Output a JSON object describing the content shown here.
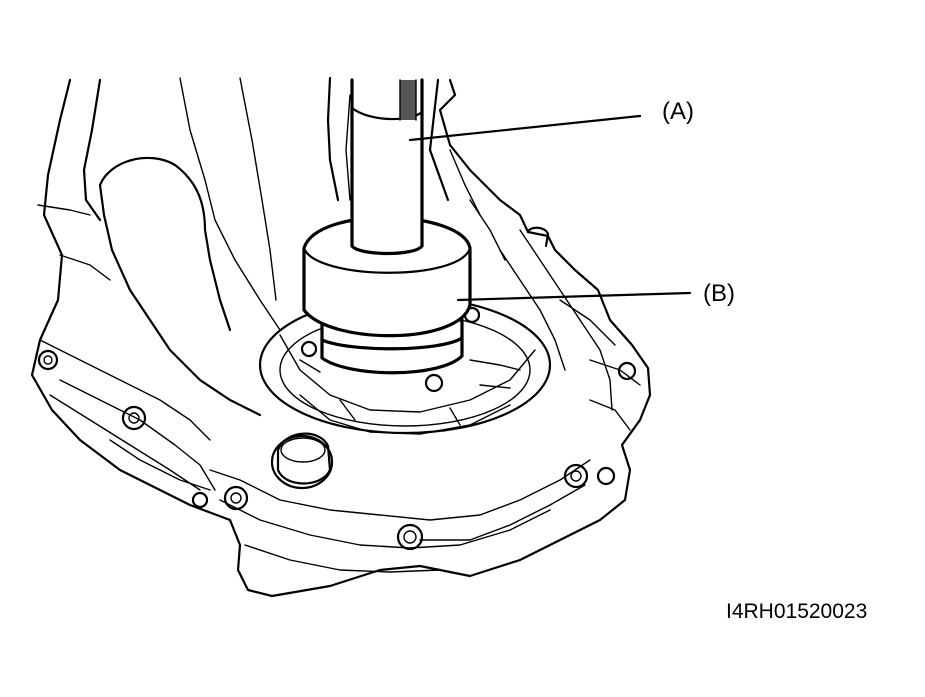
{
  "labels": {
    "a": "(A)",
    "b": "(B)"
  },
  "figure_code": "I4RH01520023",
  "colors": {
    "ink": "#000000",
    "paper": "#ffffff"
  }
}
